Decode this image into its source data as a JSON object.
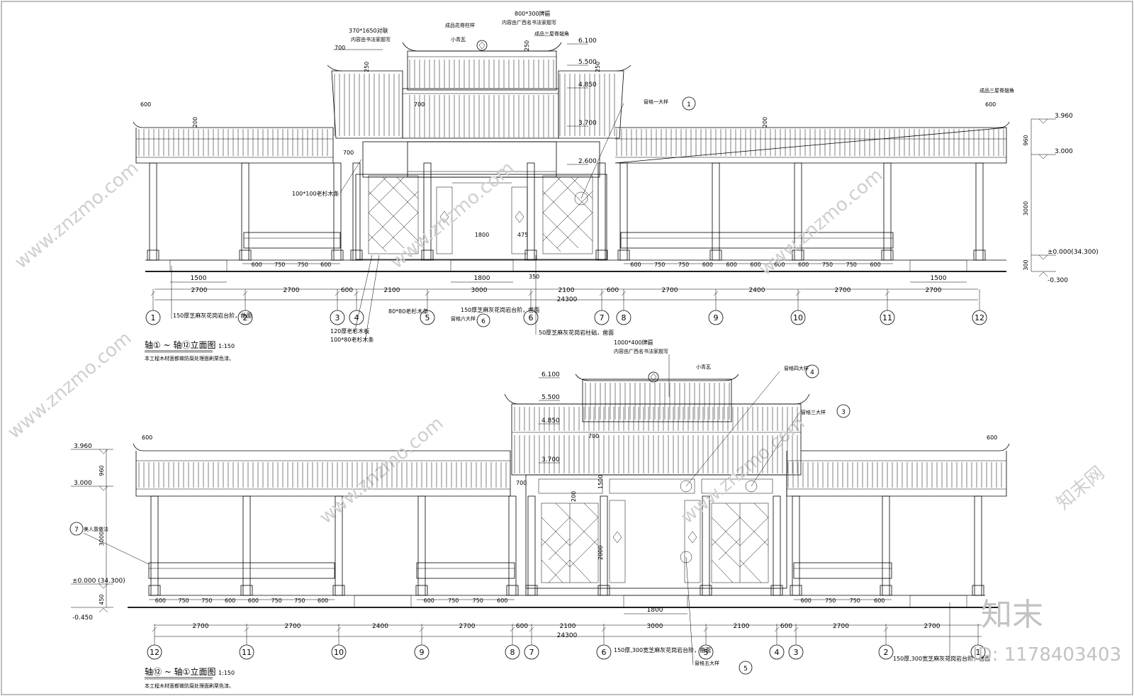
{
  "elevation_top": {
    "title": "轴① ~ 轴⑫立面图",
    "scale": "1:150",
    "note": "本工程木材面都做防腐处理面刷栗色漆。",
    "axes": [
      "1",
      "2",
      "3",
      "4",
      "5",
      "6",
      "7",
      "8",
      "9",
      "10",
      "11",
      "12"
    ],
    "spans": [
      "2700",
      "2700",
      "600",
      "2100",
      "3000",
      "2100",
      "600",
      "2700",
      "2400",
      "2700",
      "2700"
    ],
    "total": "24300",
    "seat_dims_left": [
      "600",
      "750",
      "750",
      "600"
    ],
    "seat_dims_right": [
      "600",
      "750",
      "750",
      "600",
      "600",
      "600",
      "600",
      "600",
      "750",
      "750",
      "600"
    ],
    "step_left": "1500",
    "step_right": "1500",
    "step_mid": "1800",
    "levels": [
      "6.100",
      "5.500",
      "4.850",
      "3.700",
      "2.600",
      "3.960",
      "3.000",
      "±0.000(34.300)",
      "-0.300"
    ],
    "height_dims": [
      "960",
      "3000",
      "300"
    ],
    "labels": {
      "couplet": "370*1650对联",
      "couplet_note": "内容由书法家题写",
      "plaque": "800*300牌匾",
      "plaque_note": "内容由广西名书法家题写",
      "finial": "成品花脊柱样",
      "small_tile": "小青瓦",
      "eave_corner": "成品三屋脊翘角",
      "eave_corner2": "成品三屋脊翘角",
      "window1": "窗格一大样",
      "timber100": "100*100老杉木条",
      "timber80": "80*80老杉木条",
      "board120": "120厚老杉木板",
      "timber10080": "100*80老杉木条",
      "granite150": "150厚芝麻灰花岗岩台阶，凿面",
      "granite150b": "150厚芝麻灰花岗岩台阶，凿面",
      "granite50": "50厚芝麻灰花岗岩柱础，凿面",
      "window6": "窗格六大样",
      "dim_250a": "250",
      "dim_250b": "250",
      "dim_250c": "250",
      "dim_700a": "700",
      "dim_700b": "700",
      "dim_700c": "700",
      "dim_600a": "600",
      "dim_600b": "600",
      "dim_200a": "200",
      "dim_200b": "200",
      "dim_1800": "1800",
      "dim_475": "475",
      "dim_350": "350"
    }
  },
  "elevation_bottom": {
    "title": "轴⑫ ~ 轴①立面图",
    "scale": "1:150",
    "note": "本工程木材面都做防腐处理面刷栗色漆。",
    "axes": [
      "12",
      "11",
      "10",
      "9",
      "8",
      "7",
      "6",
      "5",
      "4",
      "3",
      "2",
      "1"
    ],
    "spans": [
      "2700",
      "2700",
      "2400",
      "2700",
      "600",
      "2100",
      "3000",
      "2100",
      "600",
      "2700",
      "2700"
    ],
    "total": "24300",
    "seat_dims_left": [
      "600",
      "750",
      "750",
      "600",
      "600",
      "750",
      "750",
      "600"
    ],
    "seat_dims_mid": [
      "600",
      "750",
      "750",
      "600"
    ],
    "seat_dims_right": [
      "600",
      "750",
      "750",
      "600"
    ],
    "step_mid": "1800",
    "levels": [
      "6.100",
      "5.500",
      "4.850",
      "3.700",
      "3.960",
      "3.000",
      "±0.000 (34.300)",
      "-0.450"
    ],
    "height_dims": [
      "960",
      "3000",
      "450"
    ],
    "labels": {
      "plaque": "1000*400牌匾",
      "plaque_note": "内容由广西名书法家题写",
      "small_tile": "小青瓦",
      "window4": "窗格四大样",
      "window3": "窗格三大样",
      "window5": "窗格五大样",
      "bench": "美人靠做法",
      "granite_a": "150厚,300宽芝麻灰花岗岩台阶，凿面",
      "granite_b": "150厚,300宽芝麻灰花岗岩台阶，凿面",
      "dim_600a": "600",
      "dim_600b": "600",
      "dim_700a": "700",
      "dim_700b": "700",
      "dim_1500": "1500",
      "dim_2000": "2000",
      "dim_200": "200"
    }
  },
  "watermark": {
    "brand": "知末",
    "id": "ID: 1178403403",
    "site": "www.znzmo.com",
    "site_cn": "知末网"
  }
}
